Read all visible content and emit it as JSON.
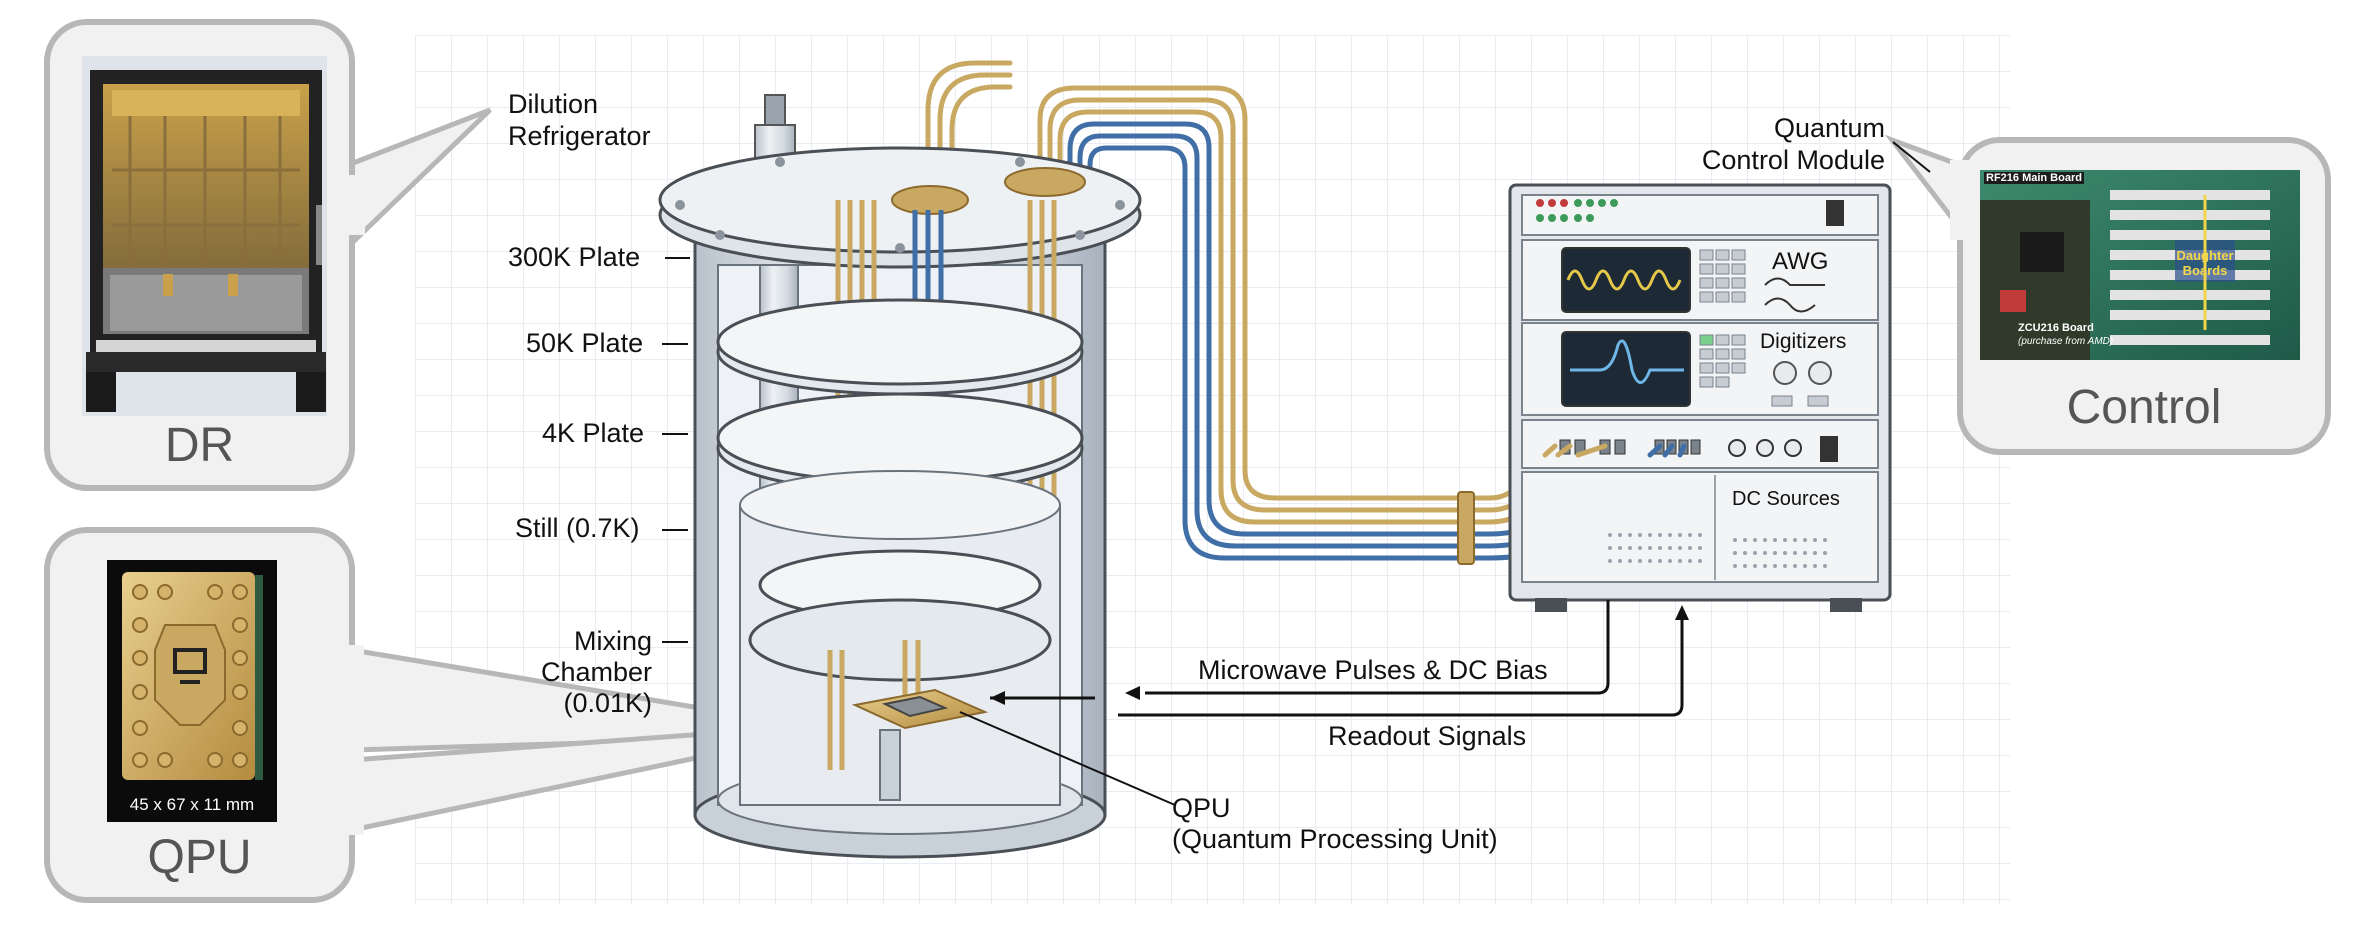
{
  "callouts": {
    "dr": {
      "title": "DR"
    },
    "qpu": {
      "title": "QPU",
      "dimension_label": "45 x 67 x 11 mm"
    },
    "control": {
      "title": "Control",
      "board_main": "RF216 Main Board",
      "board_zcu": "ZCU216 Board",
      "board_zcu_note": "(purchase from AMD)",
      "daughter_boards": "Daughter Boards"
    }
  },
  "labels": {
    "dilution_refrigerator": "Dilution Refrigerator",
    "plate_300k": "300K Plate",
    "plate_50k": "50K Plate",
    "plate_4k": "4K Plate",
    "still": "Still (0.7K)",
    "mixing_chamber_line1": "Mixing",
    "mixing_chamber_line2": "Chamber",
    "mixing_chamber_line3": "(0.01K)",
    "qpu_line1": "QPU",
    "qpu_line2": "(Quantum Processing Unit)",
    "quantum_control_line1": "Quantum",
    "quantum_control_line2": "Control Module",
    "microwave": "Microwave Pulses & DC Bias",
    "readout": "Readout Signals"
  },
  "rack": {
    "awg": "AWG",
    "digitizers": "Digitizers",
    "dc_sources": "DC Sources"
  },
  "colors": {
    "gold": "#c9a862",
    "blue": "#3f6fa6",
    "steel": "#d8dde3",
    "callout_bg": "#f1f1f1",
    "callout_border": "#b7b7b7",
    "screen": "#1d2a36",
    "wave": "#e6c84a",
    "text": "#111111"
  }
}
